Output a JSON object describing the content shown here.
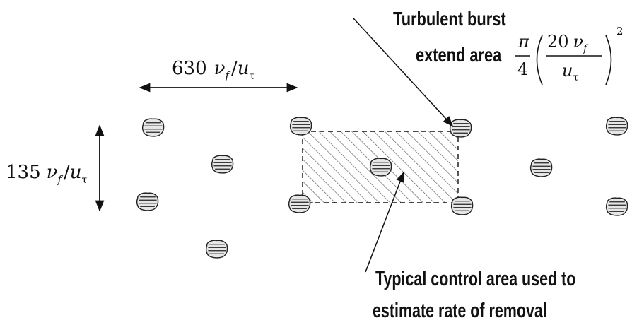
{
  "labels": {
    "spacing_x": {
      "coef": "630",
      "nu": "ν",
      "sub": "f",
      "slash": "/",
      "u": "u",
      "u_sub": "τ"
    },
    "spacing_y": {
      "coef": "135",
      "nu": "ν",
      "sub": "f",
      "slash": "/",
      "u": "u",
      "u_sub": "τ"
    },
    "burst_line1": "Turbulent burst",
    "burst_line2": "extend area",
    "formula": {
      "pi": "π",
      "four": "4",
      "num_coef": "20",
      "nu": "ν",
      "nu_sub": "f",
      "den_u": "u",
      "den_sub": "τ",
      "exp": "2"
    },
    "control_line1": "Typical control area used to",
    "control_line2": "estimate rate of removal"
  },
  "colors": {
    "ink": "#111111",
    "hatch": "#555555",
    "blob_fill": "#e6e6e6"
  },
  "icons": {
    "burst": "hatched-blob"
  }
}
